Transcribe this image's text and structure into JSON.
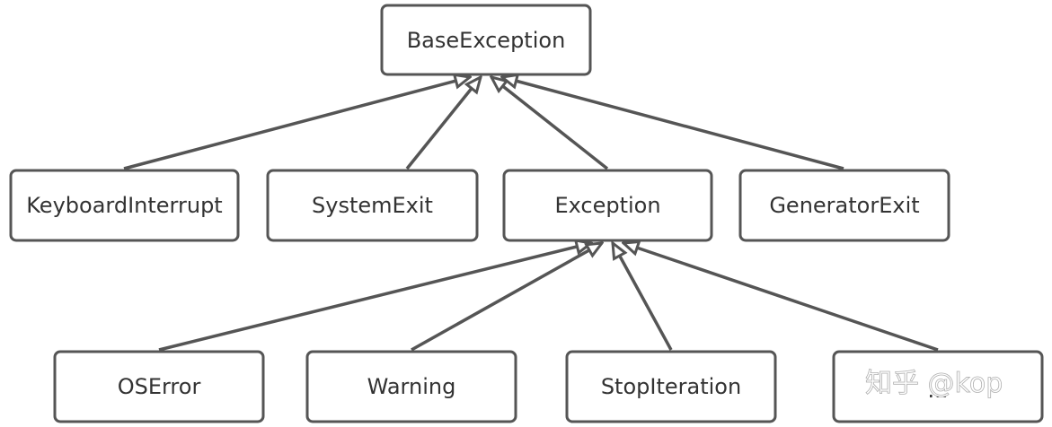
{
  "nodes": {
    "base_exception": "BaseException",
    "keyboard_interrupt": "KeyboardInterrupt",
    "system_exit": "SystemExit",
    "exception": "Exception",
    "generator_exit": "GeneratorExit",
    "os_error": "OSError",
    "warning": "Warning",
    "stop_iteration": "StopIteration",
    "ellipsis": "..."
  },
  "edges": [
    {
      "from": "keyboard_interrupt",
      "to": "base_exception"
    },
    {
      "from": "system_exit",
      "to": "base_exception"
    },
    {
      "from": "exception",
      "to": "base_exception"
    },
    {
      "from": "generator_exit",
      "to": "base_exception"
    },
    {
      "from": "os_error",
      "to": "exception"
    },
    {
      "from": "warning",
      "to": "exception"
    },
    {
      "from": "stop_iteration",
      "to": "exception"
    },
    {
      "from": "ellipsis",
      "to": "exception"
    }
  ],
  "watermark": "知乎 @kop",
  "colors": {
    "stroke": "#555555",
    "text": "#333333",
    "background": "#ffffff"
  }
}
